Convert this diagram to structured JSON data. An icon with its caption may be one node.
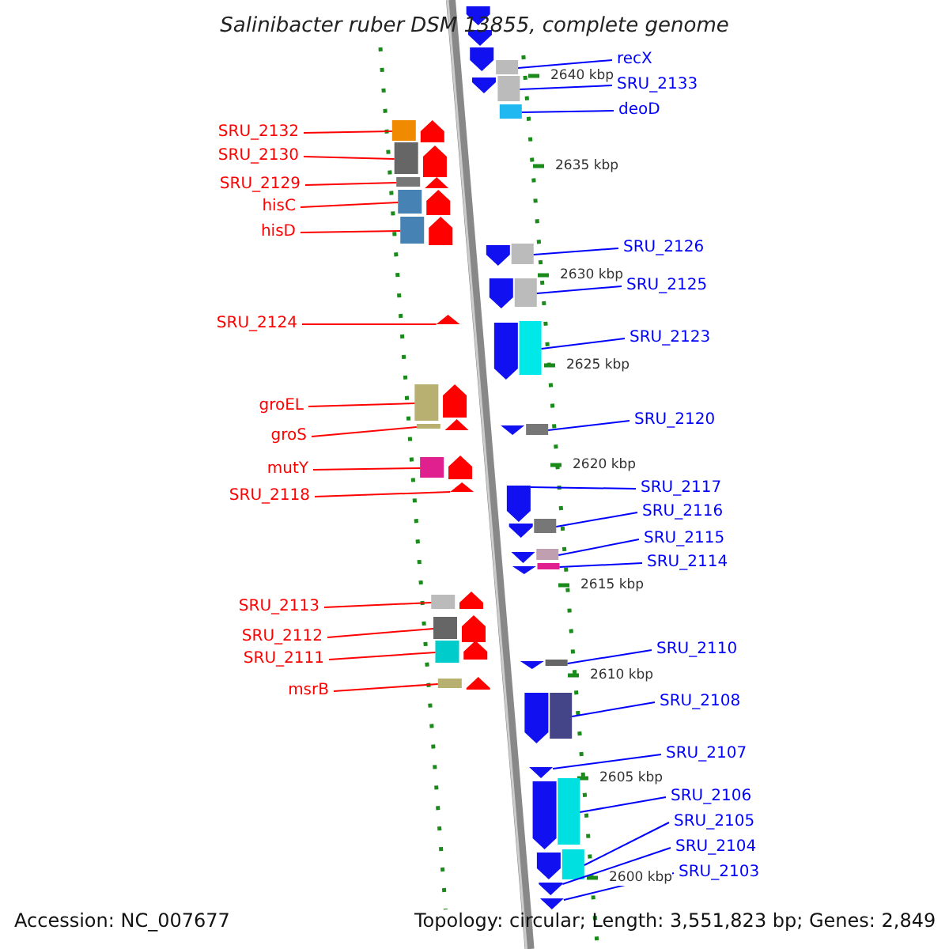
{
  "diagram": {
    "title": "Salinibacter ruber DSM 13855, complete genome",
    "nodes": [
      {
        "text": [
          "SRU_2132"
        ]
      },
      {
        "text": [
          "SRU_2130"
        ]
      },
      {
        "text": [
          "SRU_2129"
        ]
      },
      {
        "text": [
          "hisC"
        ]
      },
      {
        "text": [
          "hisD"
        ]
      },
      {
        "text": [
          "SRU_2124"
        ]
      },
      {
        "text": [
          "groEL"
        ]
      },
      {
        "text": [
          "groS"
        ]
      },
      {
        "text": [
          "mutY"
        ]
      },
      {
        "text": [
          "SRU_2118"
        ]
      },
      {
        "text": [
          "SRU_2113"
        ]
      },
      {
        "text": [
          "SRU_2112"
        ]
      },
      {
        "text": [
          "SRU_2111"
        ]
      },
      {
        "text": [
          "msrB"
        ]
      },
      {
        "text": [
          "recX"
        ]
      },
      {
        "text": [
          "SRU_2133"
        ]
      },
      {
        "text": [
          "deoD"
        ]
      },
      {
        "text": [
          "SRU_2126"
        ]
      },
      {
        "text": [
          "SRU_2125"
        ]
      },
      {
        "text": [
          "SRU_2123"
        ]
      },
      {
        "text": [
          "SRU_2120"
        ]
      },
      {
        "text": [
          "SRU_2117"
        ]
      },
      {
        "text": [
          "SRU_2116"
        ]
      },
      {
        "text": [
          "SRU_2115"
        ]
      },
      {
        "text": [
          "SRU_2114"
        ]
      },
      {
        "text": [
          "SRU_2110"
        ]
      },
      {
        "text": [
          "SRU_2108"
        ]
      },
      {
        "text": [
          "SRU_2107"
        ]
      },
      {
        "text": [
          "SRU_2106"
        ]
      },
      {
        "text": [
          "SRU_2105"
        ]
      },
      {
        "text": [
          "SRU_2104"
        ]
      },
      {
        "text": [
          "SRU_2103"
        ]
      },
      {
        "text": [],
        "shape": "box"
      },
      {
        "text": [],
        "shape": "box"
      },
      {
        "text": [],
        "shape": "box"
      },
      {
        "text": [],
        "shape": "box"
      },
      {
        "text": [],
        "shape": "box"
      },
      {
        "text": [],
        "shape": "box"
      },
      {
        "text": [],
        "shape": "box"
      },
      {
        "text": [],
        "shape": "box"
      },
      {
        "text": [],
        "shape": "box"
      },
      {
        "text": [],
        "shape": "box"
      },
      {
        "text": [],
        "shape": "arrow"
      },
      {
        "text": [],
        "shape": "box"
      },
      {
        "text": [],
        "shape": "box"
      },
      {
        "text": [],
        "shape": "box"
      },
      {
        "text": [],
        "shape": "box"
      },
      {
        "text": [],
        "shape": "box"
      },
      {
        "text": [],
        "shape": "arrow"
      },
      {
        "text": [],
        "shape": "arrow"
      },
      {
        "text": [],
        "shape": "box"
      },
      {
        "text": [],
        "shape": "box"
      },
      {
        "text": [],
        "shape": "box"
      },
      {
        "text": [],
        "shape": "box"
      },
      {
        "text": [],
        "shape": "box"
      },
      {
        "text": [],
        "shape": "box"
      },
      {
        "text": [],
        "shape": "box"
      },
      {
        "text": [],
        "shape": "box"
      },
      {
        "text": [],
        "shape": "box"
      },
      {
        "text": [],
        "shape": "arrow"
      },
      {
        "text": [],
        "shape": "box"
      },
      {
        "text": [],
        "shape": "box"
      },
      {
        "text": [],
        "shape": "arrow"
      },
      {
        "text": [],
        "shape": "arrow"
      }
    ],
    "edges": [
      {
        "from": 0,
        "to": 35,
        "arrow": "none",
        "color": "#ff0000"
      },
      {
        "from": 1,
        "to": 36,
        "arrow": "none",
        "color": "#ff0000"
      },
      {
        "from": 2,
        "to": 37,
        "arrow": "none",
        "color": "#ff0000"
      },
      {
        "from": 3,
        "to": 38,
        "arrow": "none",
        "color": "#ff0000"
      },
      {
        "from": 4,
        "to": 39,
        "arrow": "none",
        "color": "#ff0000"
      },
      {
        "from": 5,
        "to": 42,
        "arrow": "none",
        "color": "#ff0000"
      },
      {
        "from": 6,
        "to": 44,
        "arrow": "none",
        "color": "#ff0000"
      },
      {
        "from": 7,
        "to": 45,
        "arrow": "none",
        "color": "#ff0000"
      },
      {
        "from": 8,
        "to": 47,
        "arrow": "none",
        "color": "#ff0000"
      },
      {
        "from": 9,
        "to": 48,
        "arrow": "none",
        "color": "#ff0000"
      },
      {
        "from": 10,
        "to": 53,
        "arrow": "none",
        "color": "#ff0000"
      },
      {
        "from": 11,
        "to": 54,
        "arrow": "none",
        "color": "#ff0000"
      },
      {
        "from": 12,
        "to": 55,
        "arrow": "none",
        "color": "#ff0000"
      },
      {
        "from": 13,
        "to": 57,
        "arrow": "none",
        "color": "#ff0000"
      },
      {
        "from": 14,
        "to": 32,
        "arrow": "none"
      },
      {
        "from": 15,
        "to": 33,
        "arrow": "none"
      },
      {
        "from": 16,
        "to": 34,
        "arrow": "none"
      },
      {
        "from": 17,
        "to": 40,
        "arrow": "none"
      },
      {
        "from": 18,
        "to": 41,
        "arrow": "none"
      },
      {
        "from": 19,
        "to": 43,
        "arrow": "none"
      },
      {
        "from": 20,
        "to": 46,
        "arrow": "none"
      },
      {
        "from": 21,
        "to": 49,
        "arrow": "none"
      },
      {
        "from": 22,
        "to": 50,
        "arrow": "none"
      },
      {
        "from": 23,
        "to": 51,
        "arrow": "none"
      },
      {
        "from": 24,
        "to": 52,
        "arrow": "none"
      },
      {
        "from": 25,
        "to": 56,
        "arrow": "none"
      },
      {
        "from": 26,
        "to": 58,
        "arrow": "none"
      },
      {
        "from": 27,
        "to": 59,
        "arrow": "none"
      },
      {
        "from": 28,
        "to": 60,
        "arrow": "none"
      },
      {
        "from": 29,
        "to": 61,
        "arrow": "none"
      },
      {
        "from": 30,
        "to": 62,
        "arrow": "none"
      },
      {
        "from": 31,
        "to": 63,
        "arrow": "none"
      }
    ],
    "labels": [
      "2640 kbp",
      "2635 kbp",
      "2630 kbp",
      "2625 kbp",
      "2620 kbp",
      "2615 kbp",
      "2610 kbp",
      "2605 kbp",
      "2600 kbp",
      "Accession: NC_007677",
      "Topology: circular; Length: 3,551,823 bp; Genes: 2,849"
    ]
  }
}
